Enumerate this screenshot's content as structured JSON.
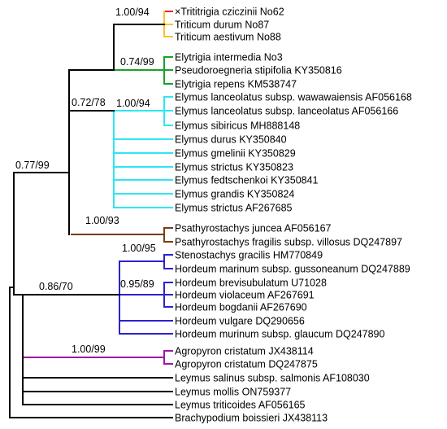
{
  "colors": {
    "black": "#000000",
    "red": "#e8262a",
    "yellow": "#f6c233",
    "green": "#1aa12b",
    "cyan": "#2ee6f0",
    "brown": "#7a3b12",
    "blue": "#2c22cc",
    "purple": "#9b1aa0"
  },
  "supports": {
    "triticum": "1.00/94",
    "elytrigia": "0.74/99",
    "elymus_main": "0.72/78",
    "elymus_sub": "1.00/94",
    "triticeae_core": "0.77/99",
    "psathyrostachys": "1.00/93",
    "hordeum_clade": "0.86/70",
    "stenostachys": "1.00/95",
    "hordeum_sub": "0.95/89",
    "agropyron": "1.00/99"
  },
  "leaves": [
    "×Trititrigia cziczinii No62",
    "Triticum durum No87",
    "Triticum aestivum No88",
    "Elytrigia intermedia No3",
    "Pseudoroegneria stipifolia KY350816",
    "Elytrigia repens KM538747",
    "Elymus lanceolatus subsp. wawawaiensis AF056168",
    "Elymus lanceolatus subsp. lanceolatus AF056166",
    "Elymus sibiricus MH888148",
    "Elymus durus KY350840",
    "Elymus gmelinii KY350829",
    "Elymus strictus KY350823",
    "Elymus fedtschenkoi KY350841",
    "Elymus grandis KY350824",
    "Elymus strictus AF267685",
    "Psathyrostachys juncea AF056167",
    "Psathyrostachys fragilis subsp. villosus DQ247897",
    "Stenostachys gracilis HM770849",
    "Hordeum marinum subsp. gussoneanum DQ247889",
    "Hordeum brevisubulatum U71028",
    "Hordeum violaceum AF267691",
    "Hordeum bogdanii AF267690",
    "Hordeum vulgare DQ290656",
    "Hordeum murinum subsp. glaucum DQ247890",
    "Agropyron cristatum JX438114",
    "Agropyron cristatum DQ247875",
    "Leymus salinus subsp. salmonis AF108030",
    "Leymus mollis ON759377",
    "Leymus triticoides AF056165",
    "Brachypodium boissieri JX438113"
  ]
}
